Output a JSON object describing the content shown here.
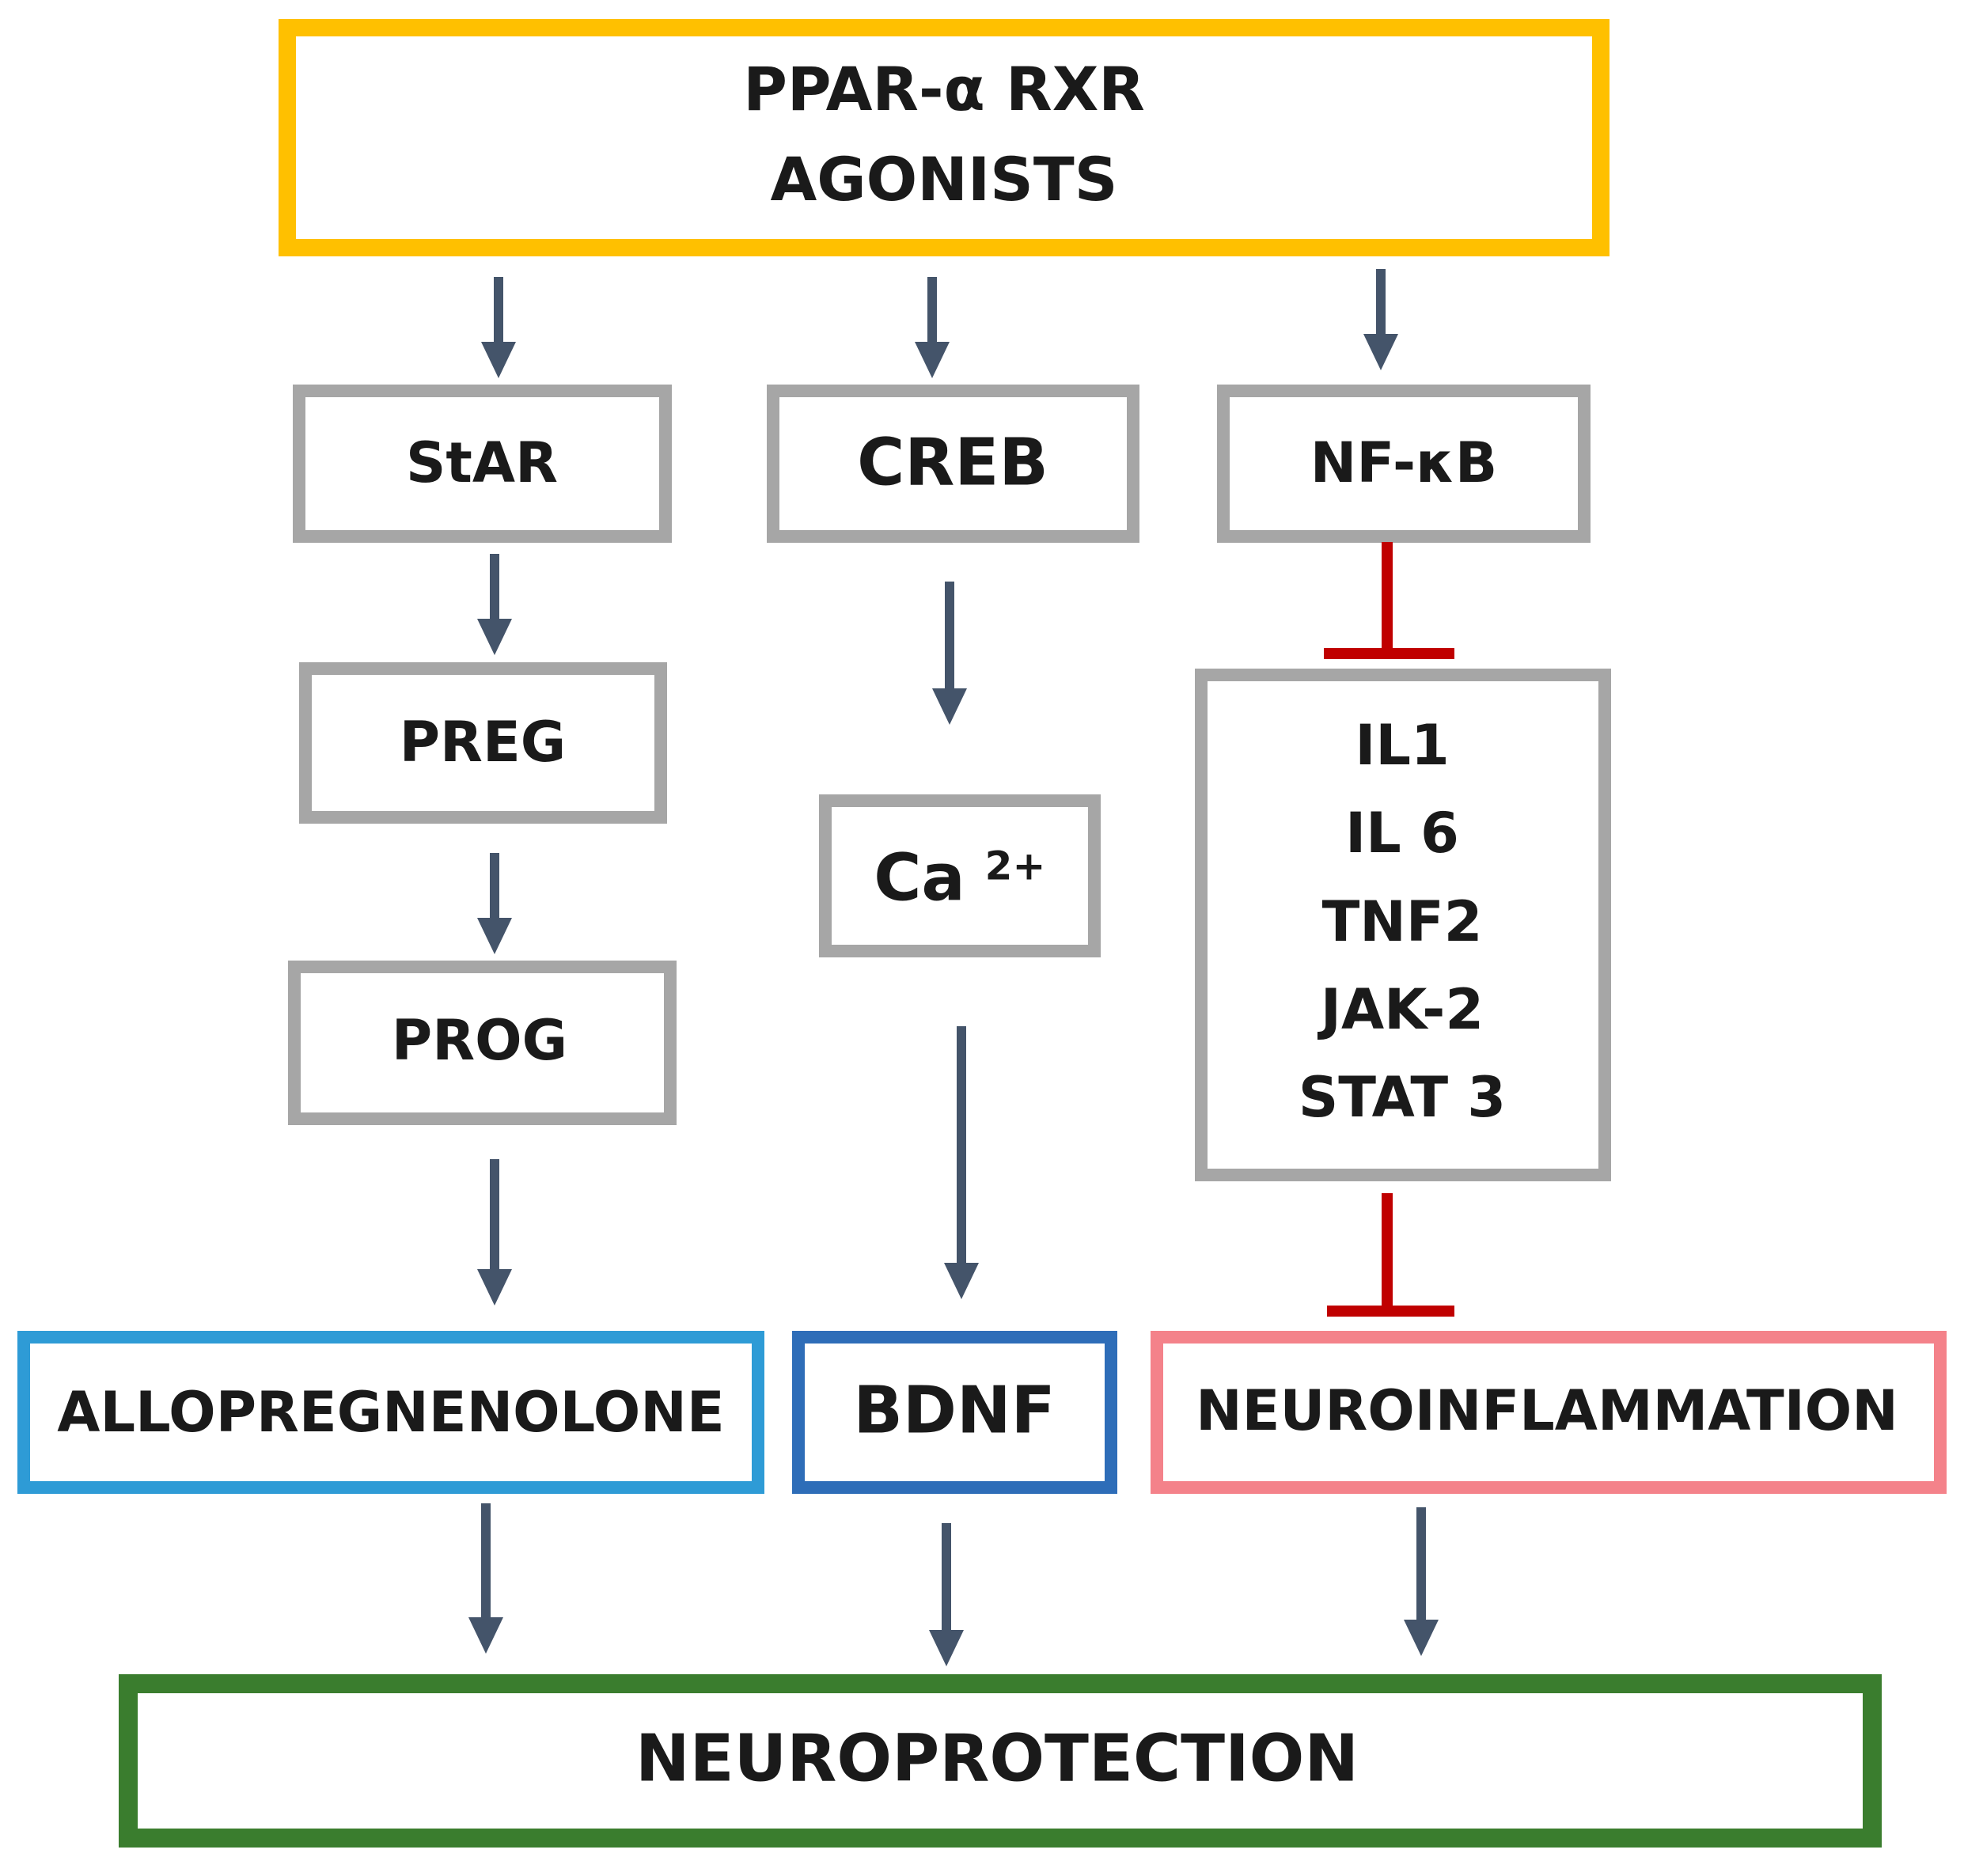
{
  "colors": {
    "agonist_border": "#FFC000",
    "step_border": "#A6A6A6",
    "allopregnenolone_border": "#2E9BD6",
    "bdnf_border": "#2E6DB8",
    "neuroinflammation_border": "#F4828A",
    "neuroprotection_border": "#3A7D2E",
    "activation_arrow": "#44546A",
    "inhibition_bar": "#C00000",
    "text": "#1a1a1a"
  },
  "nodes": {
    "agonists": {
      "line1": "PPAR-α RXR",
      "line2": "AGONISTS"
    },
    "star": "StAR",
    "creb": "CREB",
    "nfkb": "NF-κB",
    "preg": "PREG",
    "ca": {
      "base": "Ca",
      "superscript": "2+"
    },
    "prog": "PROG",
    "cytokines": [
      "IL1",
      "IL 6",
      "TNF2",
      "JAK-2",
      "STAT 3"
    ],
    "allopregnenolone": "ALLOPREGNENOLONE",
    "bdnf": "BDNF",
    "neuroinflammation": "NEUROINFLAMMATION",
    "neuroprotection": "NEUROPROTECTION"
  },
  "edges": [
    {
      "from": "agonists",
      "to": "star",
      "type": "activation"
    },
    {
      "from": "agonists",
      "to": "creb",
      "type": "activation"
    },
    {
      "from": "agonists",
      "to": "nfkb",
      "type": "activation"
    },
    {
      "from": "star",
      "to": "preg",
      "type": "activation"
    },
    {
      "from": "preg",
      "to": "prog",
      "type": "activation"
    },
    {
      "from": "prog",
      "to": "allopregnenolone",
      "type": "activation"
    },
    {
      "from": "creb",
      "to": "ca",
      "type": "activation"
    },
    {
      "from": "ca",
      "to": "bdnf",
      "type": "activation"
    },
    {
      "from": "nfkb",
      "to": "cytokines",
      "type": "inhibition"
    },
    {
      "from": "cytokines",
      "to": "neuroinflammation",
      "type": "inhibition"
    },
    {
      "from": "allopregnenolone",
      "to": "neuroprotection",
      "type": "activation"
    },
    {
      "from": "bdnf",
      "to": "neuroprotection",
      "type": "activation"
    },
    {
      "from": "neuroinflammation",
      "to": "neuroprotection",
      "type": "activation"
    }
  ]
}
